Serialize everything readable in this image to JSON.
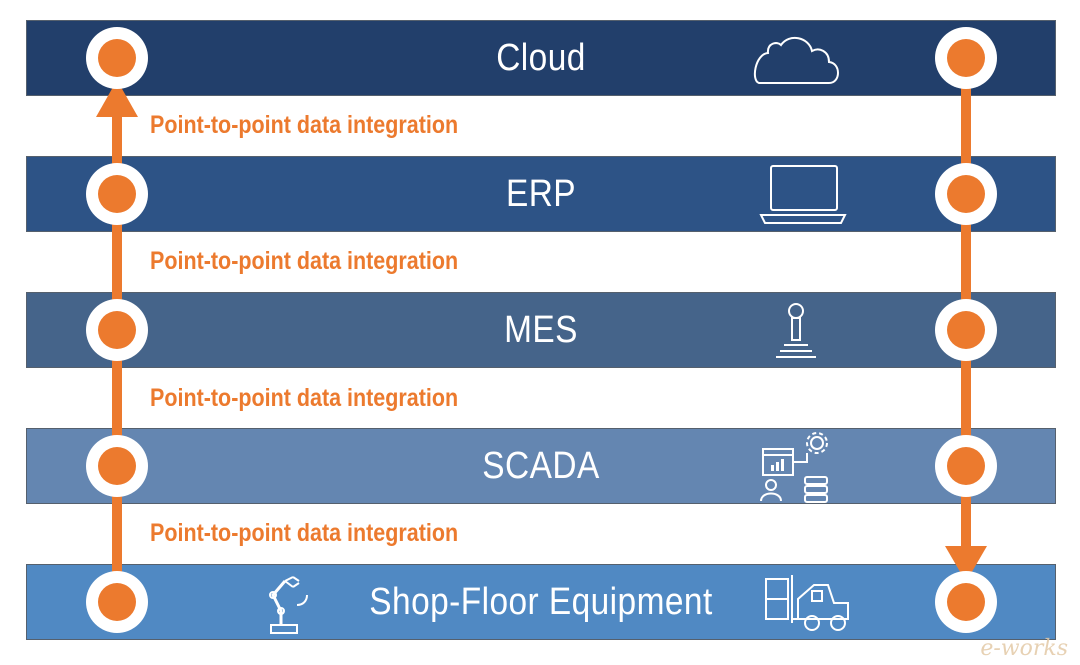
{
  "layers": [
    {
      "id": "cloud",
      "label": "Cloud",
      "color": "#223f6b",
      "icon": "cloud-icon"
    },
    {
      "id": "erp",
      "label": "ERP",
      "color": "#2d5386",
      "icon": "laptop-icon"
    },
    {
      "id": "mes",
      "label": "MES",
      "color": "#45648a",
      "icon": "joystick-icon"
    },
    {
      "id": "scada",
      "label": "SCADA",
      "color": "#6486b1",
      "icon": "dashboard-icon"
    },
    {
      "id": "shop-floor",
      "label": "Shop-Floor Equipment",
      "color": "#5089c3",
      "icon": "forklift-icon",
      "left_icon": "robot-arm-icon"
    }
  ],
  "integration_label": "Point-to-point data integration",
  "integrations": [
    {
      "label": "Point-to-point data integration"
    },
    {
      "label": "Point-to-point data integration"
    },
    {
      "label": "Point-to-point data integration"
    },
    {
      "label": "Point-to-point data integration"
    }
  ],
  "colors": {
    "accent": "#ec7a2e",
    "node_ring": "#ffffff"
  },
  "flows": [
    {
      "id": "upward",
      "direction": "up",
      "from": "Shop-Floor Equipment",
      "to": "Cloud"
    },
    {
      "id": "downward",
      "direction": "down",
      "from": "Cloud",
      "to": "Shop-Floor Equipment"
    }
  ],
  "watermark": "e-works"
}
